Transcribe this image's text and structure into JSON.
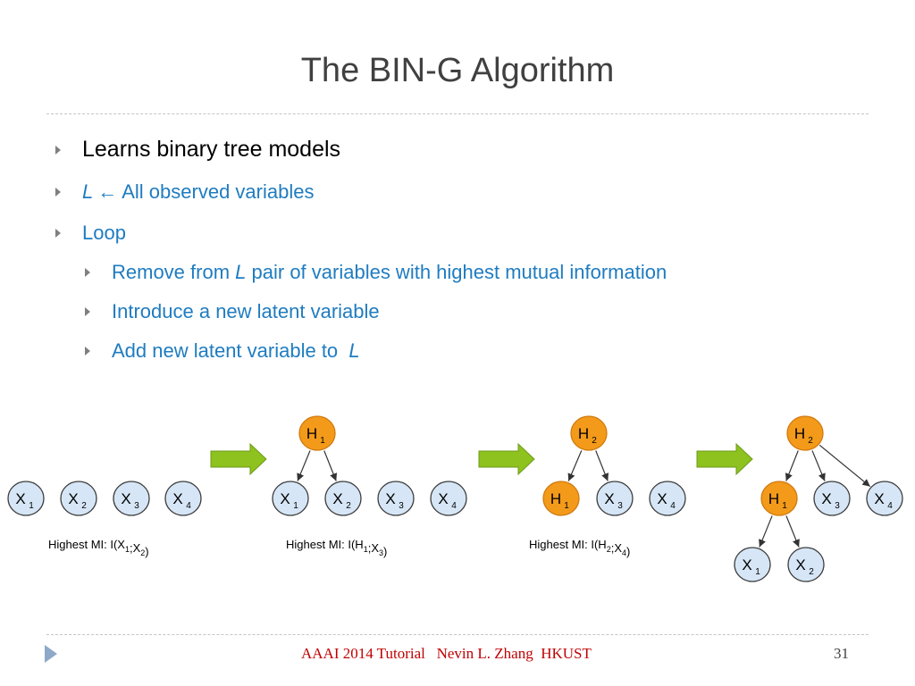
{
  "title": "The BIN-G Algorithm",
  "bullets": {
    "b1": "Learns binary tree models",
    "b2_var": "L",
    "b2_arrow": "←",
    "b2_text": "All observed variables",
    "b3": "Loop",
    "s1_pre": "Remove from ",
    "s1_var": "L",
    "s1_post": " pair of variables with highest mutual information",
    "s2": "Introduce a new latent variable",
    "s3_pre": "Add new latent variable to  ",
    "s3_var": "L"
  },
  "diagram": {
    "step1": {
      "nodes": [
        {
          "letter": "X",
          "sub": "1",
          "kind": "observed"
        },
        {
          "letter": "X",
          "sub": "2",
          "kind": "observed"
        },
        {
          "letter": "X",
          "sub": "3",
          "kind": "observed"
        },
        {
          "letter": "X",
          "sub": "4",
          "kind": "observed"
        }
      ],
      "caption": {
        "pre": "Highest MI: I(X",
        "a": "1",
        "mid": ";X",
        "b": "2",
        "post": ")"
      }
    },
    "step2": {
      "nodes": [
        {
          "letter": "H",
          "sub": "1",
          "kind": "latent"
        },
        {
          "letter": "X",
          "sub": "1",
          "kind": "observed"
        },
        {
          "letter": "X",
          "sub": "2",
          "kind": "observed"
        },
        {
          "letter": "X",
          "sub": "3",
          "kind": "observed"
        },
        {
          "letter": "X",
          "sub": "4",
          "kind": "observed"
        }
      ],
      "caption": {
        "pre": "Highest MI: I(H",
        "a": "1",
        "mid": ";X",
        "b": "3",
        "post": ")"
      }
    },
    "step3": {
      "nodes": [
        {
          "letter": "H",
          "sub": "2",
          "kind": "latent"
        },
        {
          "letter": "H",
          "sub": "1",
          "kind": "latent"
        },
        {
          "letter": "X",
          "sub": "3",
          "kind": "observed"
        },
        {
          "letter": "X",
          "sub": "4",
          "kind": "observed"
        }
      ],
      "caption": {
        "pre": "Highest MI: I(H",
        "a": "2",
        "mid": ";X",
        "b": "4",
        "post": ")"
      }
    },
    "step4": {
      "nodes": [
        {
          "letter": "H",
          "sub": "2",
          "kind": "latent"
        },
        {
          "letter": "H",
          "sub": "1",
          "kind": "latent"
        },
        {
          "letter": "X",
          "sub": "3",
          "kind": "observed"
        },
        {
          "letter": "X",
          "sub": "4",
          "kind": "observed"
        },
        {
          "letter": "X",
          "sub": "1",
          "kind": "observed"
        },
        {
          "letter": "X",
          "sub": "2",
          "kind": "observed"
        }
      ]
    },
    "colors": {
      "observed_fill": "#d6e6f6",
      "observed_stroke": "#3c3c3c",
      "latent_fill": "#f39a1a",
      "latent_stroke": "#d07a10",
      "step_arrow": "#8dc21f"
    }
  },
  "footer": "AAAI 2014 Tutorial   Nevin L. Zhang  HKUST",
  "page_number": "31"
}
